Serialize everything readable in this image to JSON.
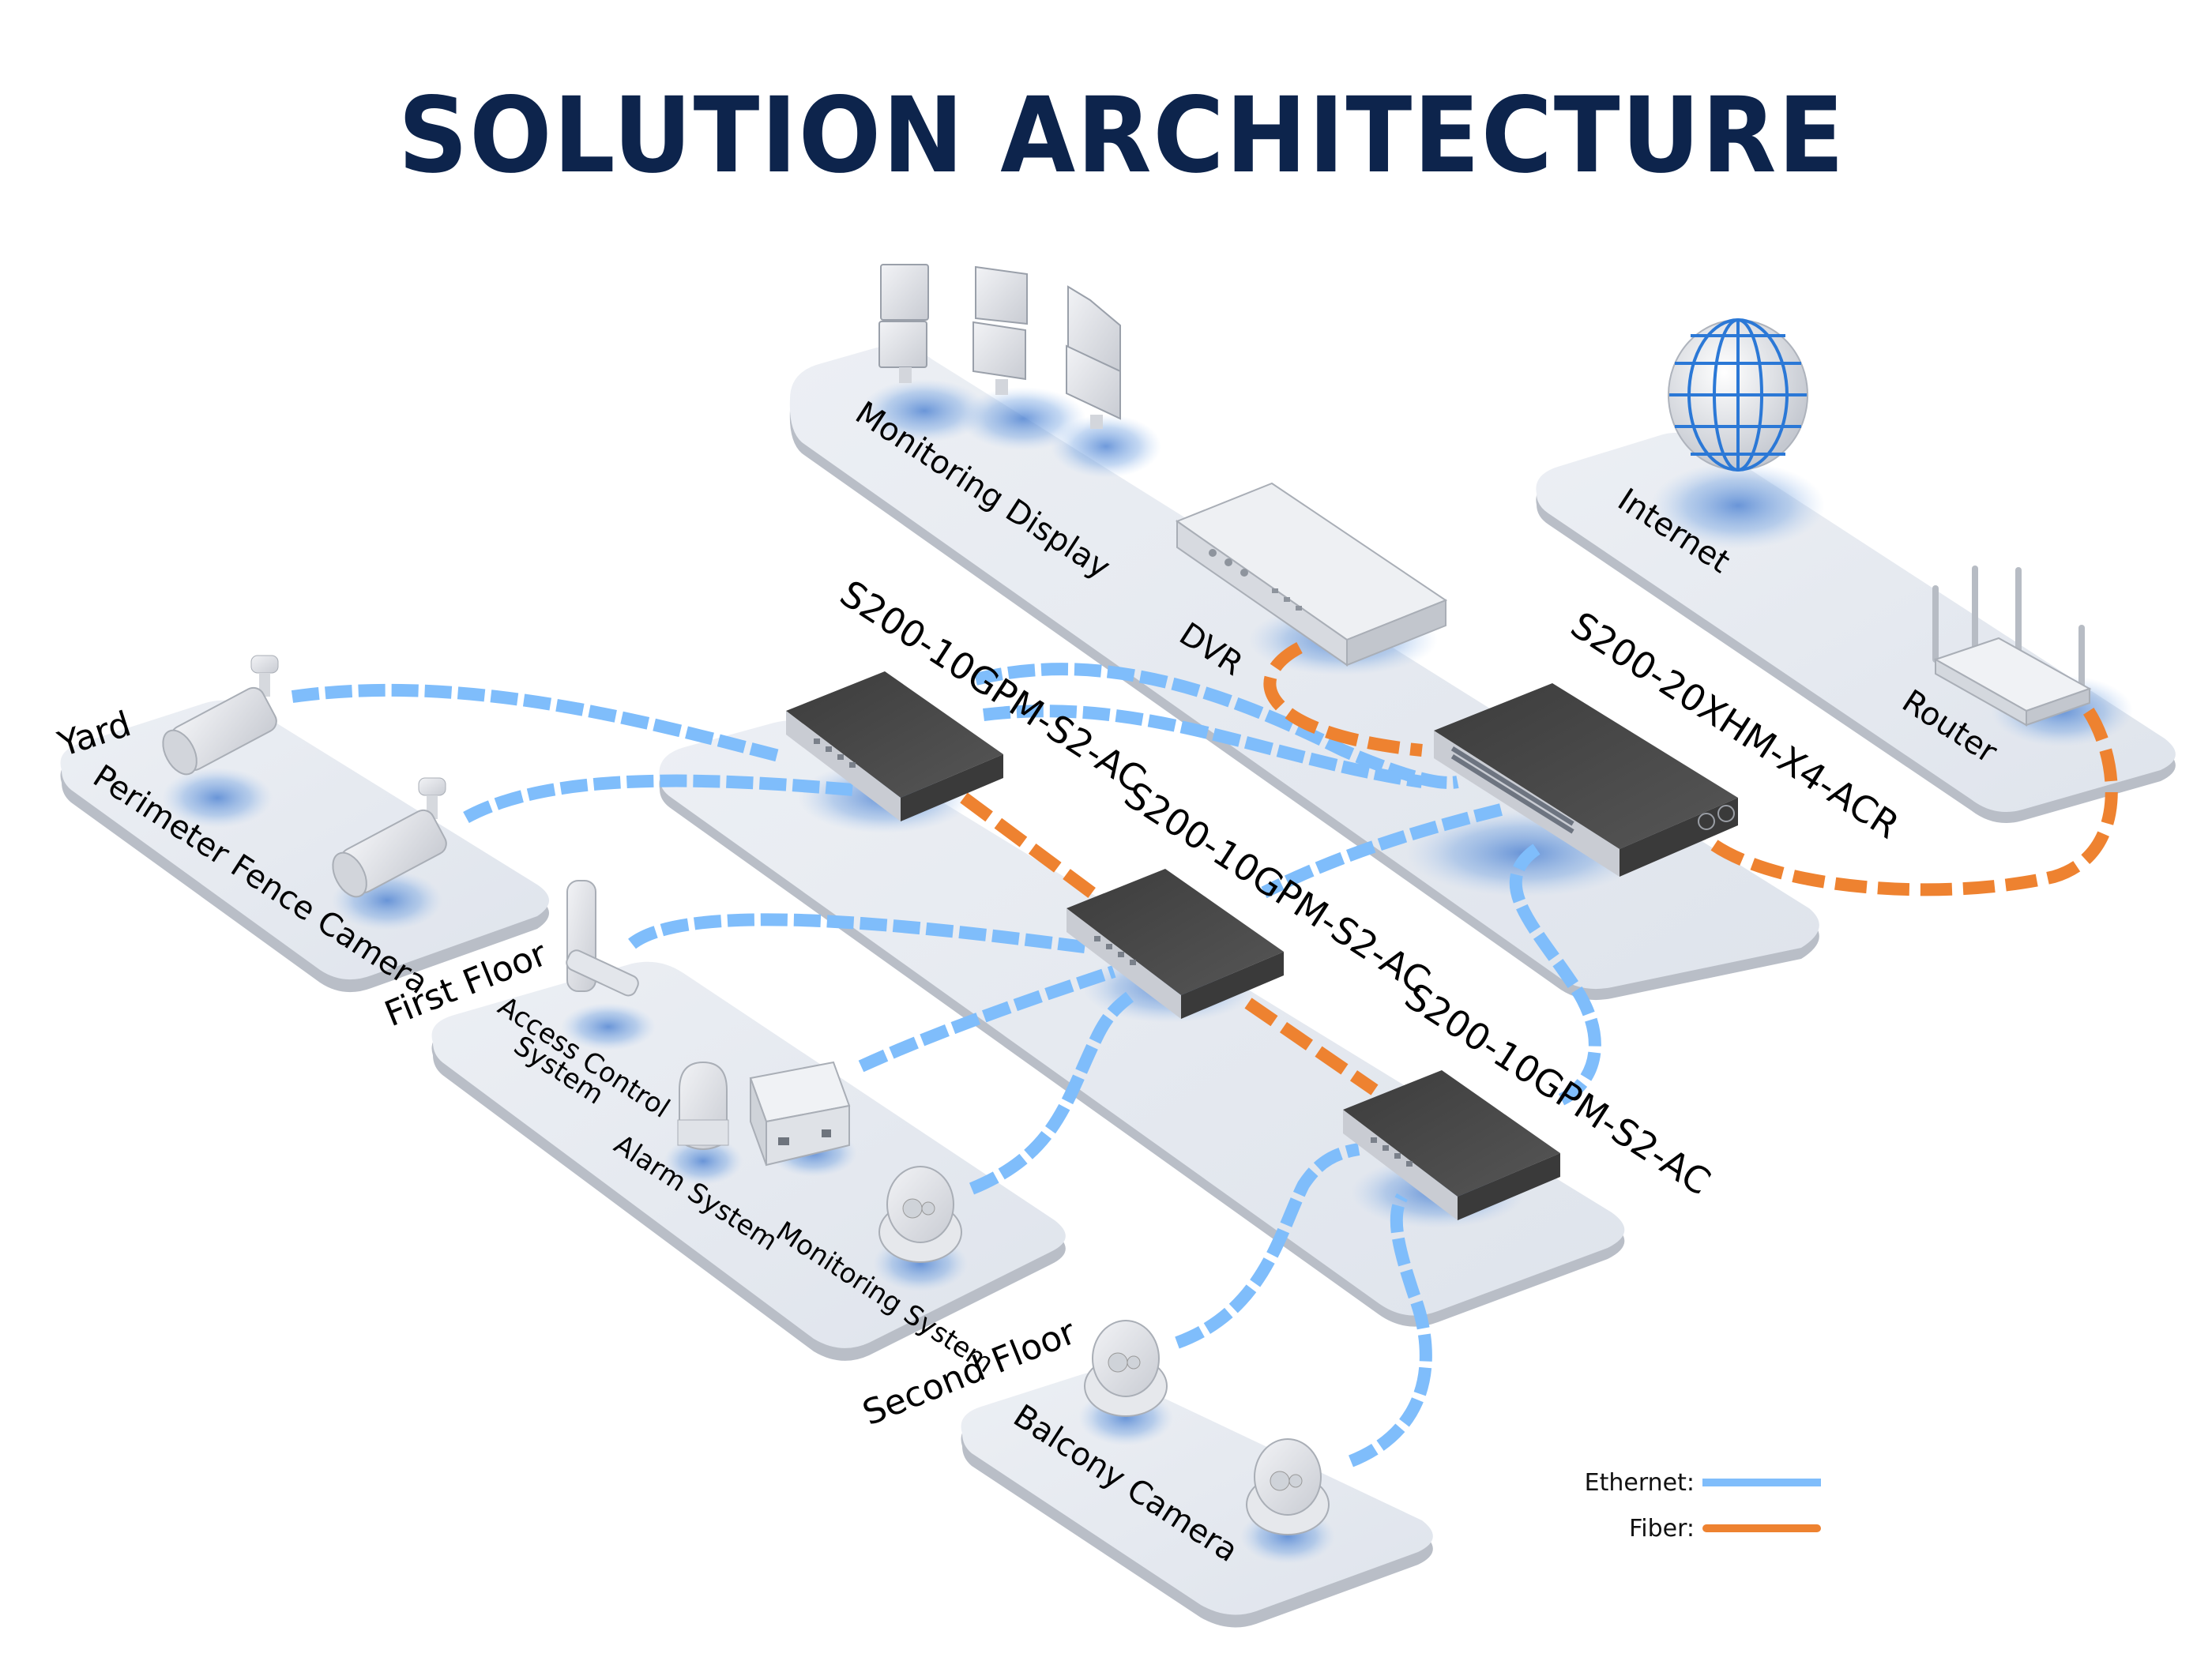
{
  "title": "SOLUTION ARCHITECTURE",
  "colors": {
    "title": "#0d244c",
    "ethernet": "#7fbdfb",
    "fiber": "#ee8230",
    "platform_top": "#e4e8ef",
    "platform_side": "#b9bec7",
    "switch_body": "#4a4a4a",
    "shadow": "#5b8fd6"
  },
  "zones": {
    "yard": "Yard",
    "first_floor": "First Floor",
    "second_floor": "Second Floor"
  },
  "platforms": {
    "yard": {
      "label": "Perimeter Fence Camera"
    },
    "monitoring": {
      "label": "Monitoring Display",
      "dvr_label": "DVR"
    },
    "internet": {
      "label": "Internet",
      "router_label": "Router"
    },
    "first_floor": {
      "access_label_line1": "Access Control",
      "access_label_line2": "System",
      "alarm_label": "Alarm System",
      "monitoring_label": "Monitoring System"
    },
    "balcony": {
      "label": "Balcony Camera"
    }
  },
  "switches": {
    "core": "S200-20XHM-X4-ACR",
    "access1": "S200-10GPM-S2-AC",
    "access2": "S200-10GPM-S2-AC",
    "access3": "S200-10GPM-S2-AC"
  },
  "legend": {
    "ethernet": "Ethernet:",
    "fiber": "Fiber:"
  }
}
